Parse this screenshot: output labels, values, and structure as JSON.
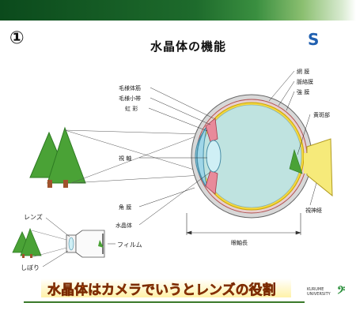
{
  "header": {
    "number": "①",
    "title": "水晶体の機能",
    "corner_mark": "S"
  },
  "eye_labels": {
    "moyoutaikin": "毛様体筋",
    "moyoushotai": "毛様小帯",
    "kousai": "虹 彩",
    "shijiku": "視 軸",
    "kakumaku": "角 膜",
    "suishoutai": "水晶体",
    "moumaku": "網 膜",
    "myakurakumaku": "脈絡膜",
    "kyoumaku": "強 膜",
    "outenbu": "黄斑部",
    "shishinkei": "視神経",
    "ganjikuchou": "眼軸長"
  },
  "camera_labels": {
    "lens": "レンズ",
    "film": "フィルム",
    "shibori": "しぼり"
  },
  "footer": {
    "caption": "水晶体はカメラでいうとレンズの役割",
    "university_line1": "KURUME",
    "university_line2": "UNIVERSITY"
  },
  "colors": {
    "header_bar": "#1e6b2c",
    "tree": "#4aa236",
    "trunk": "#a0522d",
    "vitreous": "#bfe3e0",
    "sclera": "#d8d8d8",
    "iris": "#e88a9a",
    "cornea": "#9fd6e8",
    "lens": "#cfeff5",
    "optic_nerve": "#f6ea7a",
    "retina": "#f2d640",
    "caption": "#e65a00"
  }
}
